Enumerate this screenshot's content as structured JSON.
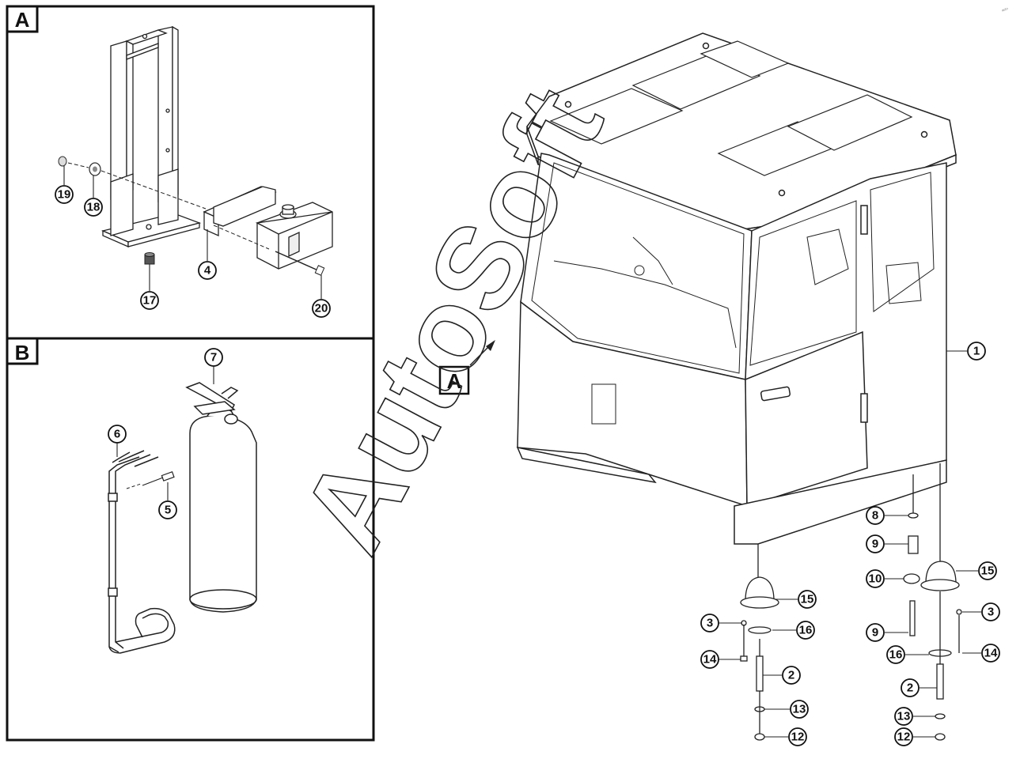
{
  "panels": [
    {
      "letter": "A"
    },
    {
      "letter": "B"
    }
  ],
  "view_marker": "A",
  "callouts": {
    "c1": "1",
    "c2a": "2",
    "c2b": "2",
    "c3a": "3",
    "c3b": "3",
    "c4": "4",
    "c5": "5",
    "c6": "6",
    "c7": "7",
    "c8": "8",
    "c9a": "9",
    "c9b": "9",
    "c10": "10",
    "c12a": "12",
    "c12b": "12",
    "c13a": "13",
    "c13b": "13",
    "c14a": "14",
    "c14b": "14",
    "c15a": "15",
    "c15b": "15",
    "c16a": "16",
    "c16b": "16",
    "c17": "17",
    "c18": "18",
    "c19": "19",
    "c20": "20"
  },
  "watermark": "AutoSoft",
  "corner_mark": "ᵃᵘᵗᵒ"
}
